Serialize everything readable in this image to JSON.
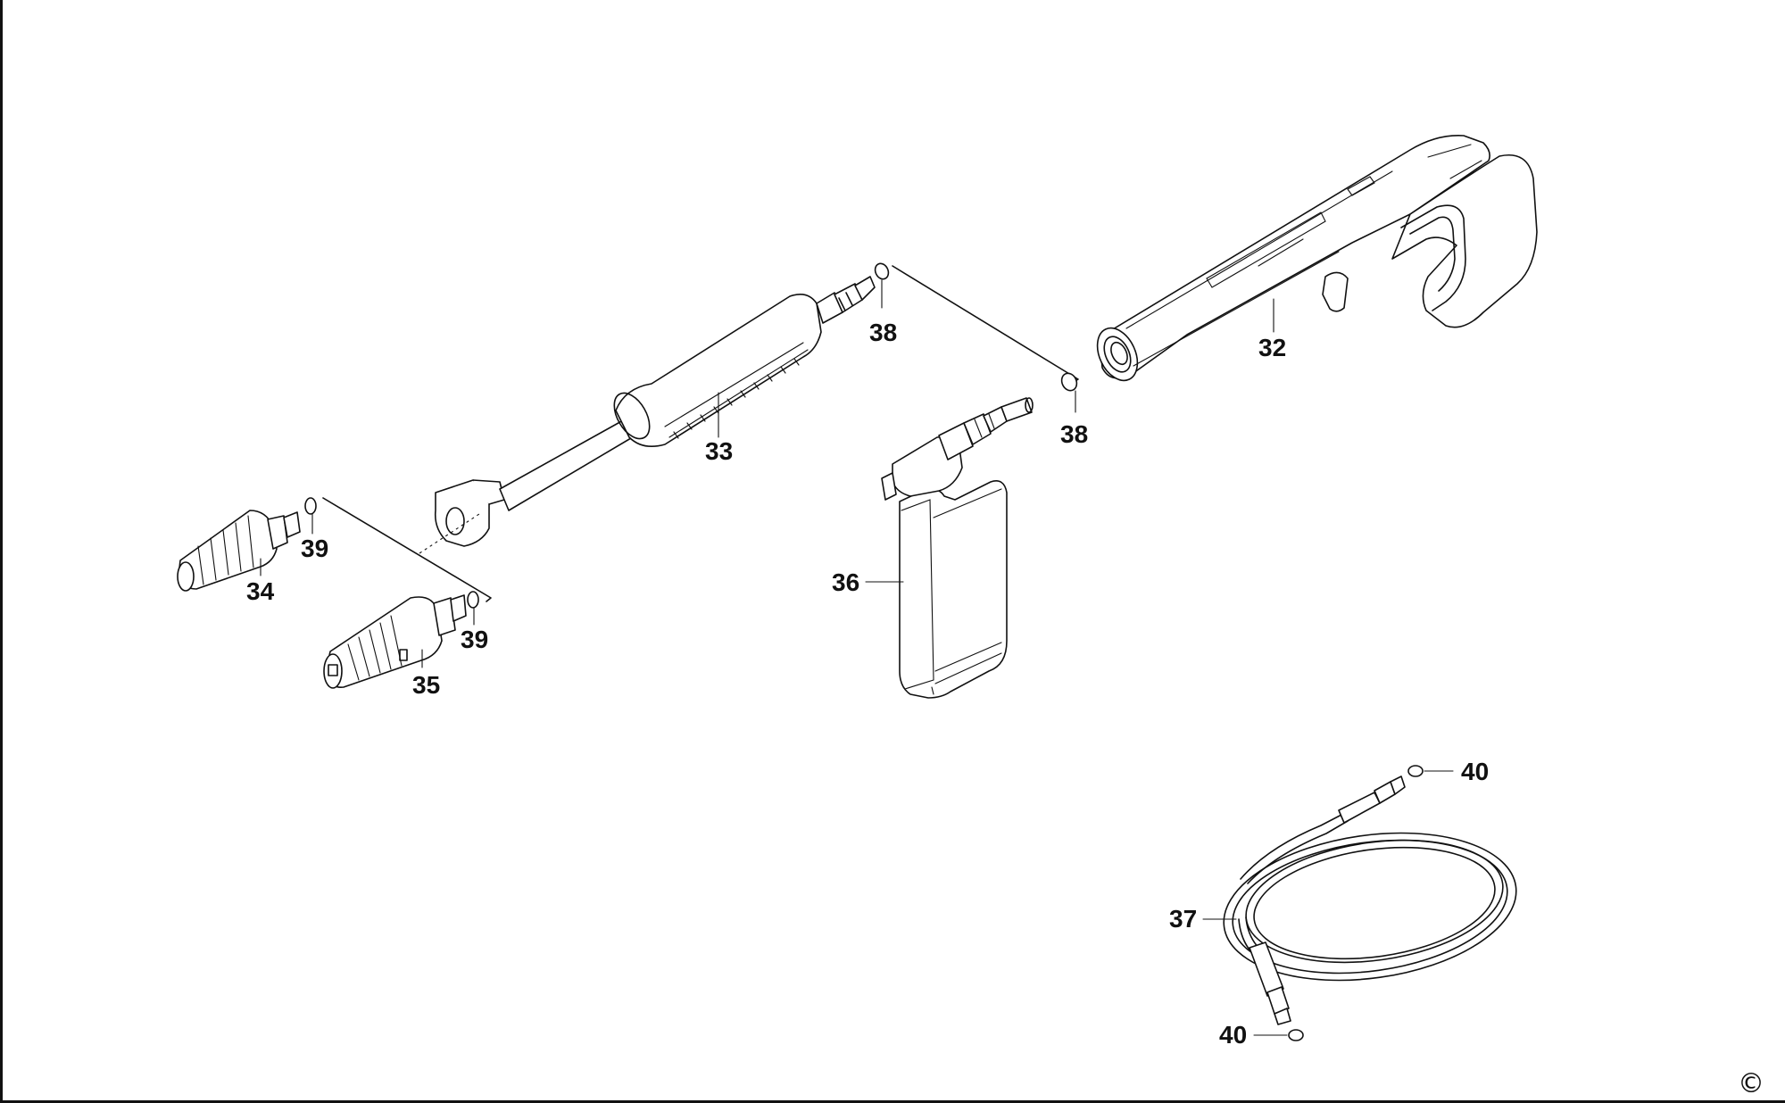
{
  "diagram": {
    "callouts": [
      {
        "id": "c32",
        "text": "32"
      },
      {
        "id": "c33",
        "text": "33"
      },
      {
        "id": "c34",
        "text": "34"
      },
      {
        "id": "c35",
        "text": "35"
      },
      {
        "id": "c36",
        "text": "36"
      },
      {
        "id": "c37",
        "text": "37"
      },
      {
        "id": "c38a",
        "text": "38"
      },
      {
        "id": "c38b",
        "text": "38"
      },
      {
        "id": "c39a",
        "text": "39"
      },
      {
        "id": "c39b",
        "text": "39"
      },
      {
        "id": "c40a",
        "text": "40"
      },
      {
        "id": "c40b",
        "text": "40"
      }
    ],
    "copyright_symbol": "©",
    "parts": [
      "spray-gun",
      "lance",
      "rotary-nozzle",
      "adjustable-nozzle",
      "detergent-bottle",
      "hose",
      "o-ring"
    ]
  }
}
